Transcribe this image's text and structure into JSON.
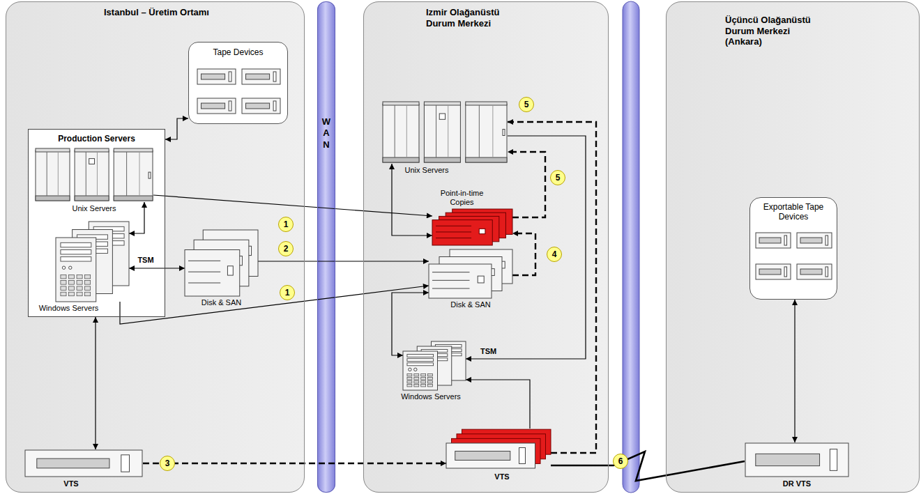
{
  "diagram": {
    "nodes": [
      {
        "text": [
          "Istanbul – Üretim Ortamı"
        ]
      },
      {
        "text": [
          "Production Servers"
        ],
        "in": 0
      },
      {
        "text": [
          "Unix Servers"
        ],
        "in": 1
      },
      {
        "text": [
          "Windows Servers"
        ],
        "in": 1
      },
      {
        "text": [
          "Tape Devices"
        ],
        "in": 0
      },
      {
        "text": [
          "Disk & SAN"
        ],
        "in": 0
      },
      {
        "text": [
          "VTS"
        ],
        "in": 0
      },
      {
        "text": [
          "W A N"
        ]
      },
      {
        "text": [
          "Izmir Olağanüstü Durum Merkezi"
        ]
      },
      {
        "text": [
          "Unix Servers"
        ],
        "in": 8
      },
      {
        "text": [
          "Point-in-time Copies"
        ],
        "in": 8
      },
      {
        "text": [
          "Disk & SAN"
        ],
        "in": 8
      },
      {
        "text": [
          "Windows Servers"
        ],
        "in": 8
      },
      {
        "text": [
          "VTS"
        ],
        "in": 8
      },
      {
        "text": [
          "Üçüncü Olağanüstü Durum Merkezi (Ankara)"
        ]
      },
      {
        "text": [
          "Exportable Tape Devices"
        ],
        "in": 14
      },
      {
        "text": [
          "DR VTS"
        ],
        "in": 14
      }
    ],
    "edges": [
      {
        "from": 1,
        "to": 4,
        "arrow": "both"
      },
      {
        "from": 3,
        "to": 2,
        "arrow": "both"
      },
      {
        "from": 3,
        "to": 5,
        "arrow": "both",
        "label": "TSM"
      },
      {
        "from": 1,
        "to": 6,
        "arrow": "both"
      },
      {
        "from": 2,
        "to": 10,
        "arrow": "to"
      },
      {
        "from": 5,
        "to": 11,
        "arrow": "to"
      },
      {
        "from": 3,
        "to": 11,
        "arrow": "to"
      },
      {
        "from": 6,
        "to": 13,
        "arrow": "to"
      },
      {
        "from": 9,
        "to": 10,
        "arrow": "both"
      },
      {
        "from": 12,
        "to": 11,
        "arrow": "both"
      },
      {
        "from": 11,
        "to": 10,
        "arrow": "to"
      },
      {
        "from": 10,
        "to": 9,
        "arrow": "to"
      },
      {
        "from": 13,
        "to": 9,
        "arrow": "to"
      },
      {
        "from": 9,
        "to": 12,
        "arrow": "to",
        "label": "TSM"
      },
      {
        "from": 13,
        "to": 12,
        "arrow": "to"
      },
      {
        "from": 13,
        "to": 16,
        "arrow": "none"
      },
      {
        "from": 15,
        "to": 16,
        "arrow": "both"
      }
    ],
    "labels": [
      "1",
      "2",
      "1",
      "3",
      "5",
      "5",
      "4",
      "6"
    ]
  }
}
